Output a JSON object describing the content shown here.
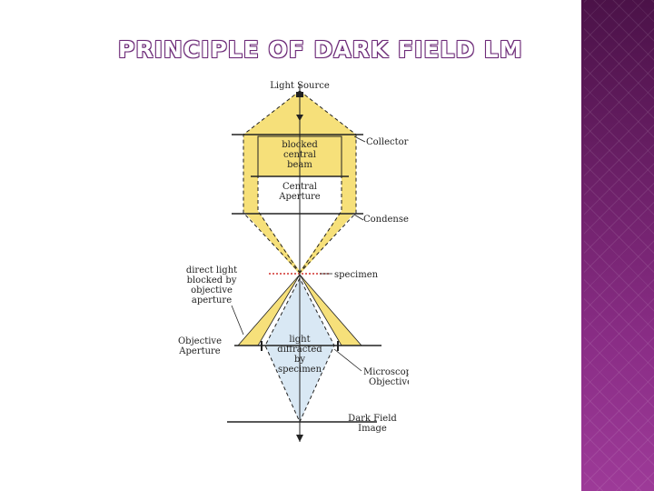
{
  "slide": {
    "title": "PRINCIPLE OF DARK FIELD LM"
  },
  "diagram": {
    "labels": {
      "light_source": "Light Source",
      "collector": "Collector",
      "blocked_1": "blocked",
      "blocked_2": "central",
      "blocked_3": "beam",
      "central_aperture_1": "Central",
      "central_aperture_2": "Aperture",
      "condenser": "Condenser",
      "specimen": "specimen",
      "direct_light_1": "direct light",
      "direct_light_2": "blocked by",
      "direct_light_3": "objective",
      "direct_light_4": "aperture",
      "objective_aperture_1": "Objective",
      "objective_aperture_2": "Aperture",
      "diffracted_1": "light",
      "diffracted_2": "diffracted",
      "diffracted_3": "by",
      "diffracted_4": "specimen",
      "microscope_objective_1": "Microscope",
      "microscope_objective_2": "Objective",
      "dark_field_1": "Dark Field",
      "dark_field_2": "Image"
    },
    "colors": {
      "yellow_light": "#f6e07a",
      "blue_light": "#d9e8f4",
      "line": "#222222",
      "specimen_dots": "#d0312d"
    }
  },
  "theme": {
    "accent": "#6d2b78",
    "sidebar": "#7a2476"
  }
}
